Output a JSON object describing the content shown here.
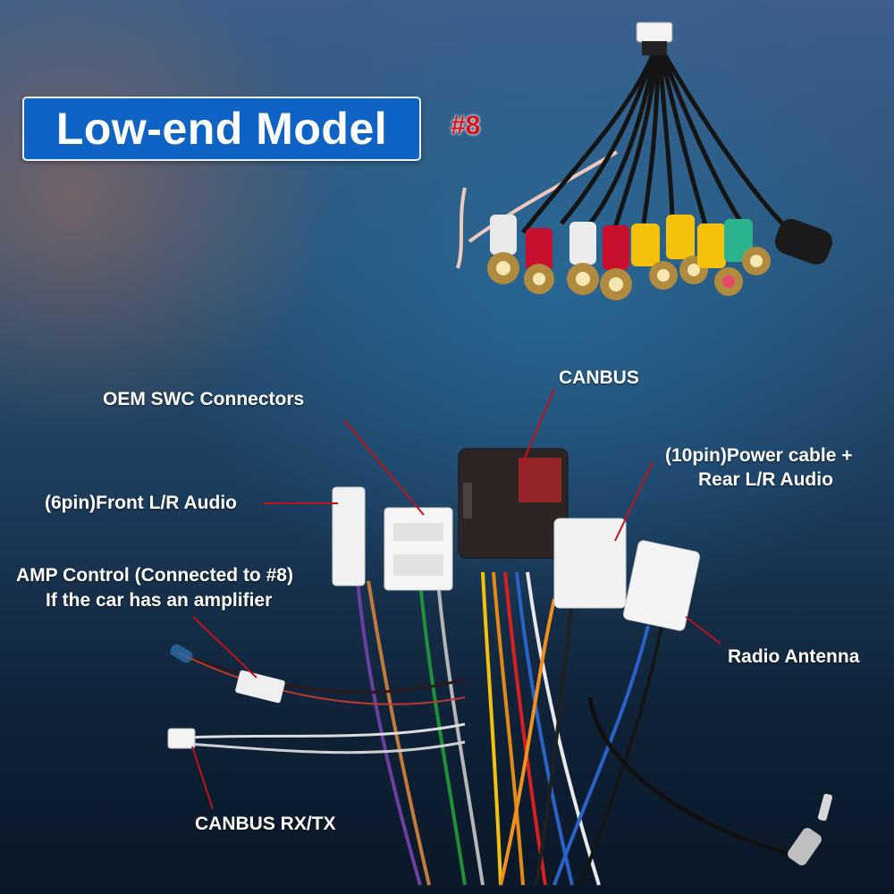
{
  "title": "Low-end Model",
  "tag": "#8",
  "labels": {
    "oem_swc": "OEM SWC Connectors",
    "canbus": "CANBUS",
    "power_line1": "(10pin)Power cable +",
    "power_line2": "Rear L/R Audio",
    "front_audio": "(6pin)Front L/R Audio",
    "amp_line1": "AMP Control (Connected to #8)",
    "amp_line2": "If the car has an amplifier",
    "radio_antenna": "Radio Antenna",
    "canbus_rxtx": "CANBUS RX/TX"
  },
  "colors": {
    "badge": "#0f63c4",
    "tag": "#d6121a",
    "pointer": "#c0121a"
  }
}
